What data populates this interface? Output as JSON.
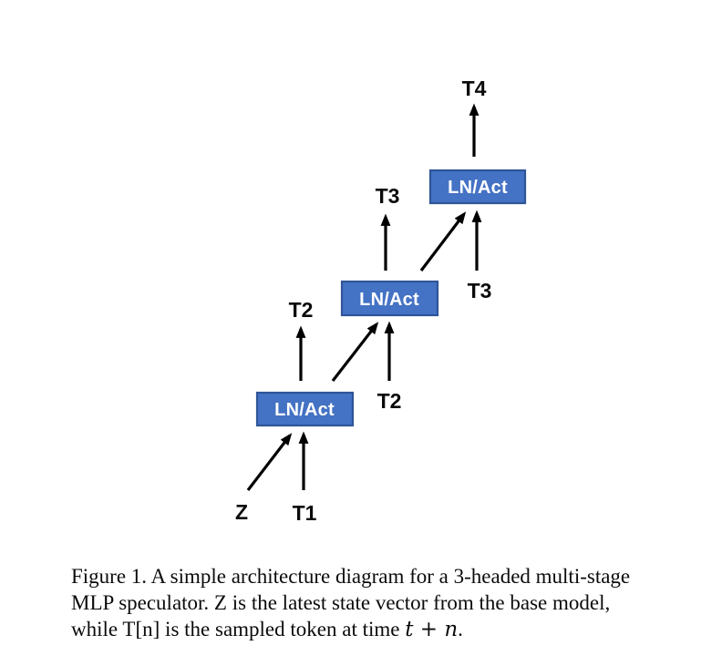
{
  "figure": {
    "type": "architecture-diagram",
    "boxes": [
      {
        "id": "stage-1",
        "label": "LN/Act"
      },
      {
        "id": "stage-2",
        "label": "LN/Act"
      },
      {
        "id": "stage-3",
        "label": "LN/Act"
      }
    ],
    "labels": {
      "z": "Z",
      "t1": "T1",
      "t2_output": "T2",
      "t2_input": "T2",
      "t3_output": "T3",
      "t3_input": "T3",
      "t4": "T4"
    },
    "colors": {
      "box_fill": "#4472C4",
      "box_border": "#2F5597",
      "box_text": "#FFFFFF",
      "arrow": "#000000",
      "label_text": "#0B0B0B",
      "background": "#FFFFFF"
    }
  },
  "caption": {
    "line1": "Figure 1. A simple architecture diagram for a 3-headed multi-stage",
    "line2": "MLP speculator. Z is the latest state vector from the base model,",
    "line3_pre": "while T[n] is the sampled token at time ",
    "line3_math": "t + n",
    "line3_post": "."
  }
}
